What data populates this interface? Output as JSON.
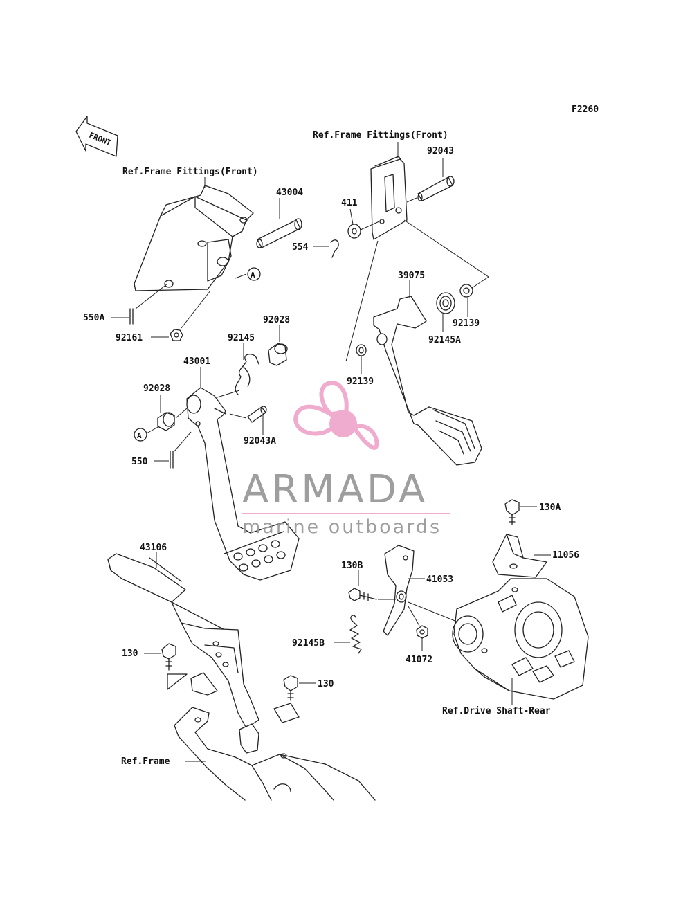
{
  "figure_code": "F2260",
  "front_arrow_label": "FRONT",
  "callout_letter": "A",
  "watermark": {
    "brand": "ARMADA",
    "tagline": "marine outboards",
    "pink": "#f0a8cc",
    "gray": "#999999"
  },
  "labels": {
    "ref_frame_fittings_left": "Ref.Frame Fittings(Front)",
    "ref_frame_fittings_right": "Ref.Frame Fittings(Front)",
    "ref_drive_shaft": "Ref.Drive Shaft-Rear",
    "ref_frame": "Ref.Frame",
    "p43004": "43004",
    "p554": "554",
    "p411": "411",
    "p92043": "92043",
    "p39075": "39075",
    "p92139_right": "92139",
    "p92145A": "92145A",
    "p92139_left": "92139",
    "p550A": "550A",
    "p92161": "92161",
    "p92028_top": "92028",
    "p92145": "92145",
    "p43001": "43001",
    "p92028_left": "92028",
    "p92043A": "92043A",
    "p550": "550",
    "p43106": "43106",
    "p130_left": "130",
    "p130_right": "130",
    "p130A": "130A",
    "p11056": "11056",
    "p130B": "130B",
    "p41053": "41053",
    "p92145B": "92145B",
    "p41072": "41072"
  }
}
